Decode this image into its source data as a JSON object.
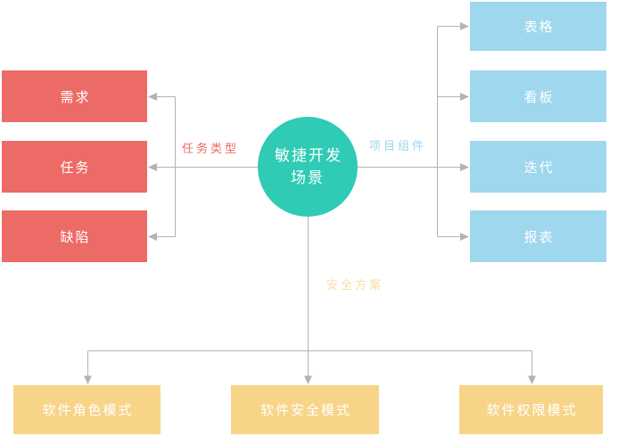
{
  "diagram": {
    "center_node": {
      "label": "敏捷开发\n场景",
      "color": "#2fcbb4",
      "text_color": "#ffffff"
    },
    "task_type_branch": {
      "label": "任务类型",
      "label_color": "#ed6b66",
      "node_color": "#ed6b66",
      "node_text_color": "#ffffff",
      "nodes": [
        "需求",
        "任务",
        "缺陷"
      ]
    },
    "project_component_branch": {
      "label": "项目组件",
      "label_color": "#9cd6f1",
      "node_color": "#9fd7ee",
      "node_text_color": "#ffffff",
      "nodes": [
        "表格",
        "看板",
        "迭代",
        "报表"
      ]
    },
    "security_plan_branch": {
      "label": "安全方案",
      "label_color": "#f8dda4",
      "node_color": "#f7d488",
      "node_text_color": "#ffffff",
      "nodes": [
        "软件角色模式",
        "软件安全模式",
        "软件权限模式"
      ]
    },
    "connector_color": "#b3b3b3"
  }
}
